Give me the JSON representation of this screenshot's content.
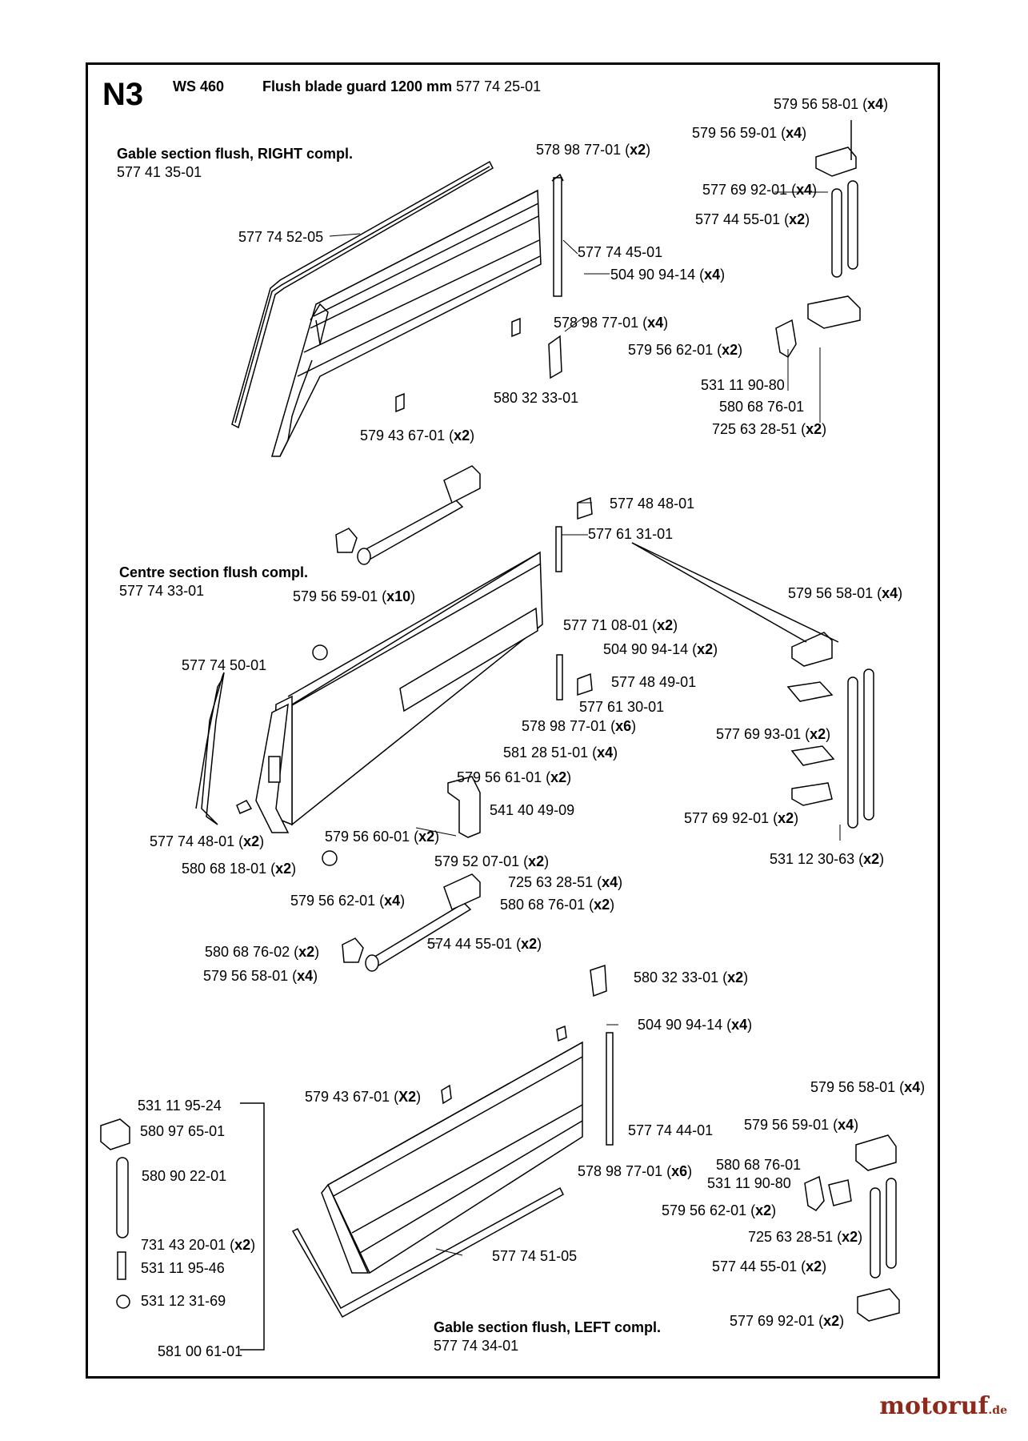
{
  "header": {
    "code": "N3",
    "model": "WS 460",
    "title": "Flush blade guard 1200 mm",
    "title_number": "577 74 25-01"
  },
  "sections": {
    "gable_right": {
      "title": "Gable section flush, RIGHT compl.",
      "number": "577 41 35-01"
    },
    "centre": {
      "title": "Centre section flush compl.",
      "number": "577 74 33-01"
    },
    "gable_left": {
      "title": "Gable section flush, LEFT compl.",
      "number": "577 74 34-01"
    }
  },
  "labels": [
    {
      "id": "p1",
      "num": "579 56 58-01",
      "qty": "x4"
    },
    {
      "id": "p2",
      "num": "579 56 59-01",
      "qty": "x4"
    },
    {
      "id": "p3",
      "num": "578 98 77-01",
      "qty": "x2"
    },
    {
      "id": "p4",
      "num": "577 69 92-01",
      "qty": "x4"
    },
    {
      "id": "p5",
      "num": "577 44 55-01",
      "qty": "x2"
    },
    {
      "id": "p6",
      "num": "577 74 52-05",
      "qty": ""
    },
    {
      "id": "p7",
      "num": "577 74 45-01",
      "qty": ""
    },
    {
      "id": "p8",
      "num": "504 90 94-14",
      "qty": "x4"
    },
    {
      "id": "p9",
      "num": "578 98 77-01",
      "qty": "x4"
    },
    {
      "id": "p10",
      "num": "579 56 62-01",
      "qty": "x2"
    },
    {
      "id": "p11",
      "num": "580 32 33-01",
      "qty": ""
    },
    {
      "id": "p12",
      "num": "531 11 90-80",
      "qty": ""
    },
    {
      "id": "p13",
      "num": "580 68 76-01",
      "qty": ""
    },
    {
      "id": "p14",
      "num": "725 63 28-51",
      "qty": "x2"
    },
    {
      "id": "p15",
      "num": "579 43 67-01",
      "qty": "x2"
    },
    {
      "id": "p16",
      "num": "577 48 48-01",
      "qty": ""
    },
    {
      "id": "p17",
      "num": "577 61 31-01",
      "qty": ""
    },
    {
      "id": "p18",
      "num": "579 56 58-01",
      "qty": "x4"
    },
    {
      "id": "p19",
      "num": "579 56 59-01",
      "qty": "x10"
    },
    {
      "id": "p20",
      "num": "577 71 08-01",
      "qty": "x2"
    },
    {
      "id": "p21",
      "num": "577 74 50-01",
      "qty": ""
    },
    {
      "id": "p22",
      "num": "504 90 94-14",
      "qty": "x2"
    },
    {
      "id": "p23",
      "num": "577 48 49-01",
      "qty": ""
    },
    {
      "id": "p24",
      "num": "577 61 30-01",
      "qty": ""
    },
    {
      "id": "p25",
      "num": "578 98 77-01",
      "qty": "x6"
    },
    {
      "id": "p26",
      "num": "577 69 93-01",
      "qty": "x2"
    },
    {
      "id": "p27",
      "num": "581 28 51-01",
      "qty": "x4"
    },
    {
      "id": "p28",
      "num": "579 56 61-01",
      "qty": "x2"
    },
    {
      "id": "p29",
      "num": "541 40 49-09",
      "qty": ""
    },
    {
      "id": "p30",
      "num": "577 69 92-01",
      "qty": "x2"
    },
    {
      "id": "p31",
      "num": "577 74 48-01",
      "qty": "x2"
    },
    {
      "id": "p32",
      "num": "579 56 60-01",
      "qty": "x2"
    },
    {
      "id": "p33",
      "num": "531 12 30-63",
      "qty": "x2"
    },
    {
      "id": "p34",
      "num": "580 68 18-01",
      "qty": "x2"
    },
    {
      "id": "p35",
      "num": "579 52 07-01",
      "qty": "x2"
    },
    {
      "id": "p36",
      "num": "725 63 28-51",
      "qty": "x4"
    },
    {
      "id": "p37",
      "num": "579 56 62-01",
      "qty": "x4"
    },
    {
      "id": "p38",
      "num": "580 68 76-01",
      "qty": "x2"
    },
    {
      "id": "p39",
      "num": "580 68 76-02",
      "qty": "x2"
    },
    {
      "id": "p40",
      "num": "574 44 55-01",
      "qty": "x2"
    },
    {
      "id": "p41",
      "num": "579 56 58-01",
      "qty": "x4"
    },
    {
      "id": "p42",
      "num": "580 32 33-01",
      "qty": "x2"
    },
    {
      "id": "p43",
      "num": "504 90 94-14",
      "qty": "x4"
    },
    {
      "id": "p44",
      "num": "579 43 67-01",
      "qty": "X2"
    },
    {
      "id": "p45",
      "num": "579 56 58-01",
      "qty": "x4"
    },
    {
      "id": "p46",
      "num": "579 56 59-01",
      "qty": "x4"
    },
    {
      "id": "p47",
      "num": "577 74 44-01",
      "qty": ""
    },
    {
      "id": "p48",
      "num": "580 68 76-01",
      "qty": ""
    },
    {
      "id": "p49",
      "num": "578 98 77-01",
      "qty": "x6"
    },
    {
      "id": "p50",
      "num": "531 11 90-80",
      "qty": ""
    },
    {
      "id": "p51",
      "num": "579 56 62-01",
      "qty": "x2"
    },
    {
      "id": "p52",
      "num": "725 63 28-51",
      "qty": "x2"
    },
    {
      "id": "p53",
      "num": "577 44 55-01",
      "qty": "x2"
    },
    {
      "id": "p54",
      "num": "577 74 51-05",
      "qty": ""
    },
    {
      "id": "p55",
      "num": "577 69 92-01",
      "qty": "x2"
    },
    {
      "id": "p56",
      "num": "531 11 95-24",
      "qty": ""
    },
    {
      "id": "p57",
      "num": "580 97 65-01",
      "qty": ""
    },
    {
      "id": "p58",
      "num": "580 90 22-01",
      "qty": ""
    },
    {
      "id": "p59",
      "num": "731 43 20-01",
      "qty": "x2"
    },
    {
      "id": "p60",
      "num": "531 11 95-46",
      "qty": ""
    },
    {
      "id": "p61",
      "num": "531 12 31-69",
      "qty": ""
    },
    {
      "id": "p62",
      "num": "581 00 61-01",
      "qty": ""
    }
  ],
  "watermark": {
    "brand": "motoruf",
    "tld": ".de"
  }
}
